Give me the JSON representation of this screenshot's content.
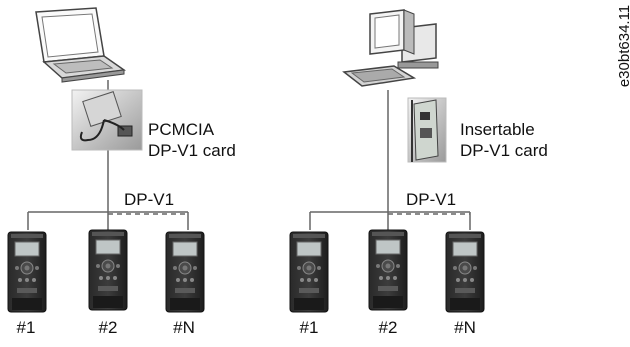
{
  "figure_code": "e30bt634.11",
  "left": {
    "card_label_line1": "PCMCIA",
    "card_label_line2": "DP-V1 card",
    "bus_label": "DP-V1",
    "drives": [
      "#1",
      "#2",
      "#N"
    ]
  },
  "right": {
    "card_label_line1": "Insertable",
    "card_label_line2": "DP-V1 card",
    "bus_label": "DP-V1",
    "drives": [
      "#1",
      "#2",
      "#N"
    ]
  }
}
